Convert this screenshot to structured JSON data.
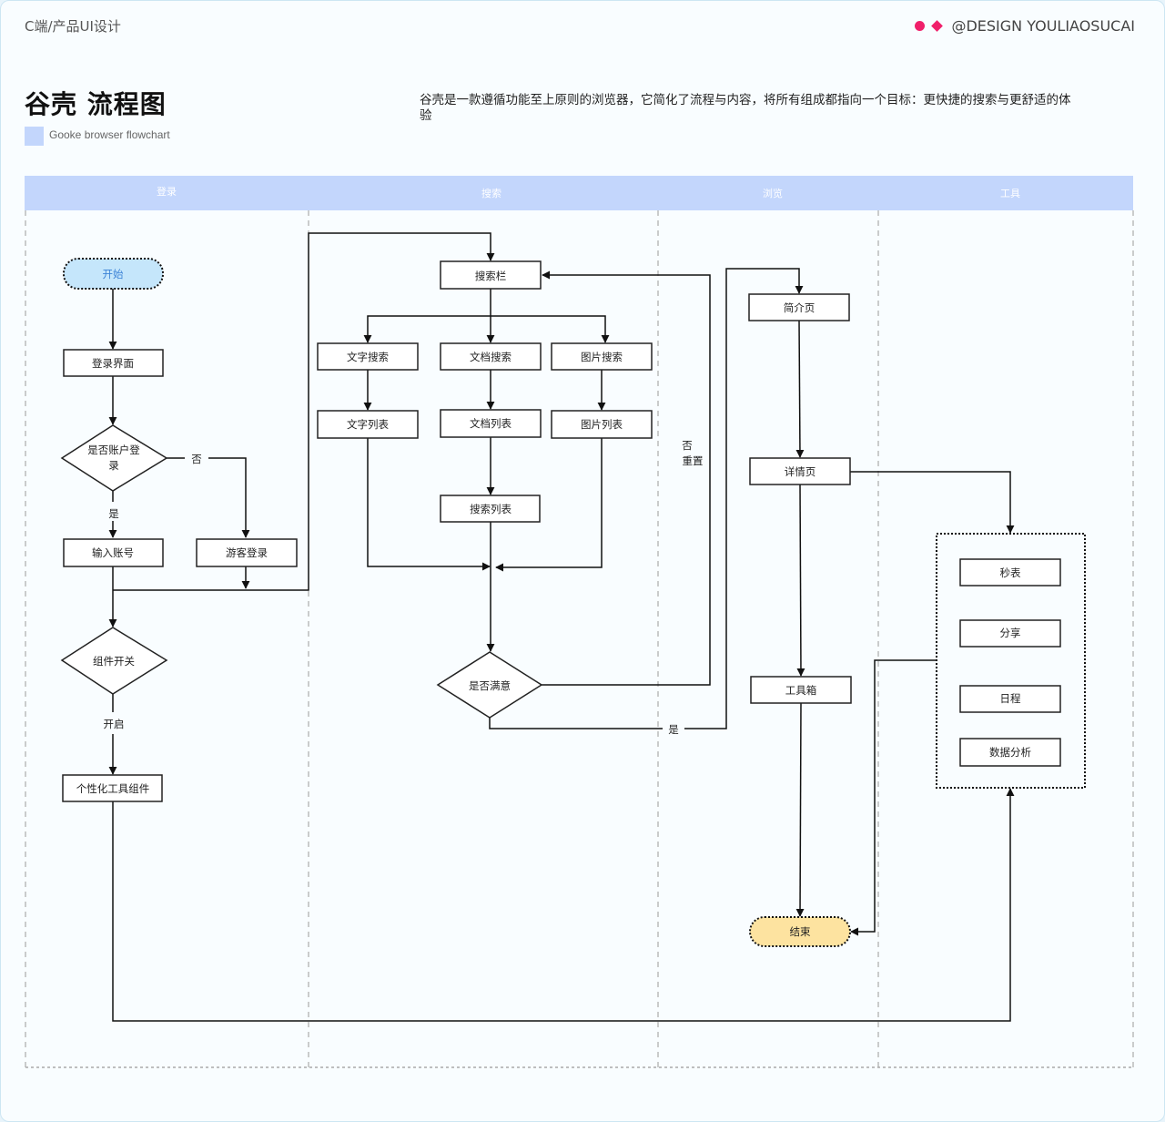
{
  "header": {
    "category": "C端/产品UI设计",
    "brand": "@DESIGN YOULIAOSUCAI",
    "brand_color": "#f01f6a"
  },
  "title": "谷壳 流程图",
  "subtitle": "Gooke browser flowchart",
  "description": "谷壳是一款遵循功能至上原则的浏览器，它简化了流程与内容，将所有组成都指向一个目标：更快捷的搜索与更舒适的体验",
  "colors": {
    "lane_header": "#c3d6fc",
    "start_fill": "#c5e6fb",
    "start_text": "#3b82d6",
    "end_fill": "#fde3a0"
  },
  "lanes": [
    {
      "id": "login",
      "label": "登录"
    },
    {
      "id": "search",
      "label": "搜索"
    },
    {
      "id": "browse",
      "label": "浏览"
    },
    {
      "id": "tools",
      "label": "工具"
    }
  ],
  "nodes": {
    "start": "开始",
    "login_page": "登录界面",
    "has_account": [
      "是否账户登",
      "录"
    ],
    "enter_account": "输入账号",
    "guest_login": "游客登录",
    "widget_switch": "组件开关",
    "custom_widget": "个性化工具组件",
    "search_bar": "搜索栏",
    "text_search": "文字搜索",
    "doc_search": "文档搜索",
    "image_search": "图片搜索",
    "text_list": "文字列表",
    "doc_list": "文档列表",
    "image_list": "图片列表",
    "search_list": "搜索列表",
    "satisfied": "是否满意",
    "intro_page": "简介页",
    "detail_page": "详情页",
    "toolbox": "工具箱",
    "end": "结束",
    "stopwatch": "秒表",
    "share": "分享",
    "schedule": "日程",
    "data_analysis": "数据分析"
  },
  "edge_labels": {
    "no": "否",
    "yes": "是",
    "turn_on": "开启",
    "no_reset_1": "否",
    "no_reset_2": "重置",
    "satisfied_yes": "是"
  }
}
